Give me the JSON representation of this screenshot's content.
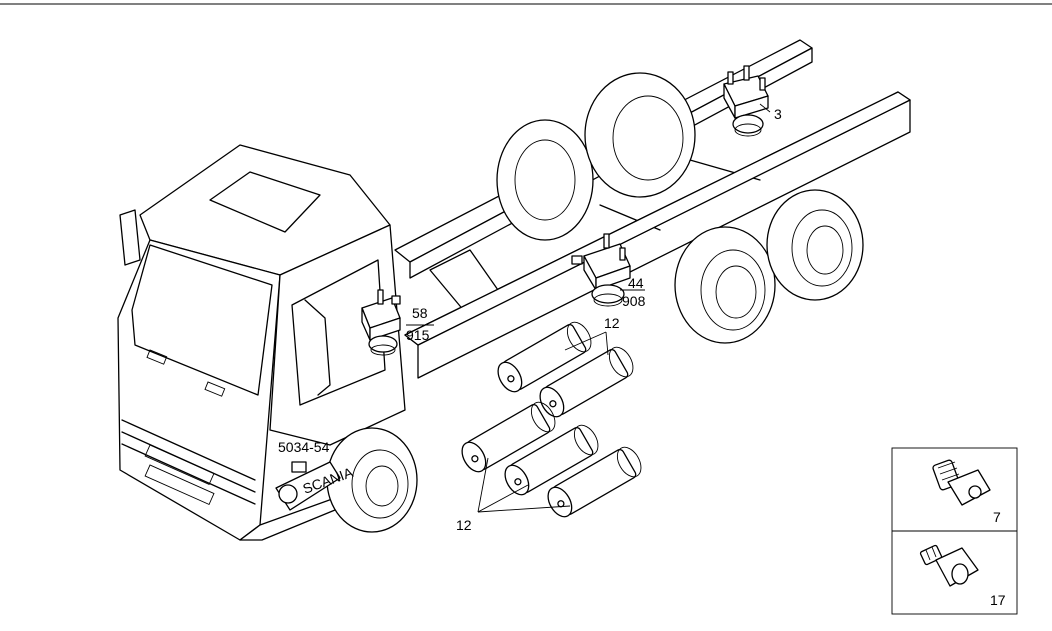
{
  "diagram": {
    "labels": {
      "air_tank_group_top": "12",
      "air_tank_group_bottom": "12",
      "valve_rear": "3",
      "valve_mid_top": "44",
      "valve_mid_bottom": "908",
      "valve_front_top": "58",
      "valve_front_bottom": "915",
      "cab_reference": "5034-54",
      "inset_part_upper": "7",
      "inset_part_lower": "17"
    },
    "badge_text": "SCANIA"
  }
}
